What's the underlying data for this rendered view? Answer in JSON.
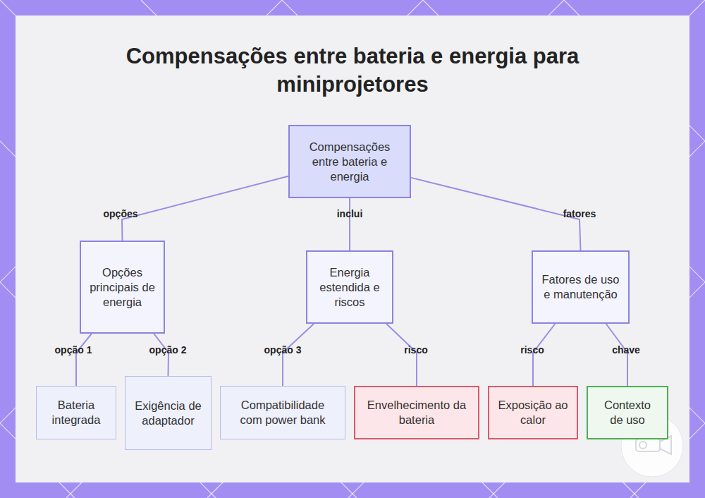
{
  "diagram": {
    "title": "Compensações entre bateria e energia para miniprojetores",
    "nodes": [
      {
        "text": [
          "Compensações entre bateria e energia"
        ]
      },
      {
        "text": [
          "Opções principais de energia"
        ]
      },
      {
        "text": [
          "Energia estendida e riscos"
        ]
      },
      {
        "text": [
          "Fatores de uso e manutenção"
        ]
      },
      {
        "text": [
          "Bateria integrada"
        ]
      },
      {
        "text": [
          "Exigência de adaptador"
        ]
      },
      {
        "text": [
          "Compatibilidade com power bank"
        ]
      },
      {
        "text": [
          "Envelhecimento da bateria"
        ]
      },
      {
        "text": [
          "Exposição ao calor"
        ]
      },
      {
        "text": [
          "Contexto de uso"
        ]
      }
    ],
    "edges": [
      {
        "from": 0,
        "to": 1,
        "label": "opções",
        "arrow": "none"
      },
      {
        "from": 0,
        "to": 2,
        "label": "inclui",
        "arrow": "none"
      },
      {
        "from": 0,
        "to": 3,
        "label": "fatores",
        "arrow": "none"
      },
      {
        "from": 1,
        "to": 4,
        "label": "opção 1",
        "arrow": "none"
      },
      {
        "from": 1,
        "to": 5,
        "label": "opção 2",
        "arrow": "none"
      },
      {
        "from": 2,
        "to": 6,
        "label": "opção 3",
        "arrow": "none"
      },
      {
        "from": 2,
        "to": 7,
        "label": "risco",
        "arrow": "none"
      },
      {
        "from": 3,
        "to": 8,
        "label": "risco",
        "arrow": "none"
      },
      {
        "from": 3,
        "to": 9,
        "label": "chave",
        "arrow": "none"
      }
    ]
  }
}
